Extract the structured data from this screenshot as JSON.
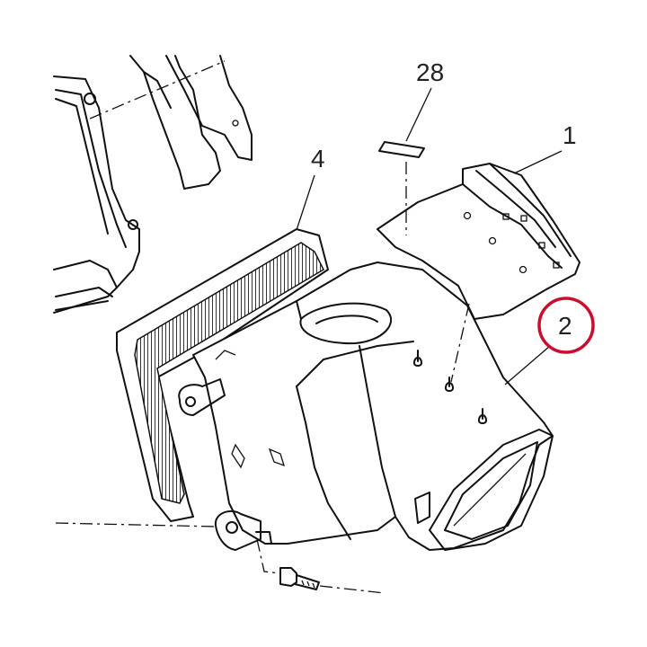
{
  "callouts": {
    "part_1": "1",
    "part_2": "2",
    "part_4": "4",
    "part_28": "28"
  },
  "highlight": {
    "part": "2",
    "color": "#c8102e"
  },
  "colors": {
    "line": "#111111",
    "background": "#ffffff",
    "filter_mesh": "#333333"
  }
}
